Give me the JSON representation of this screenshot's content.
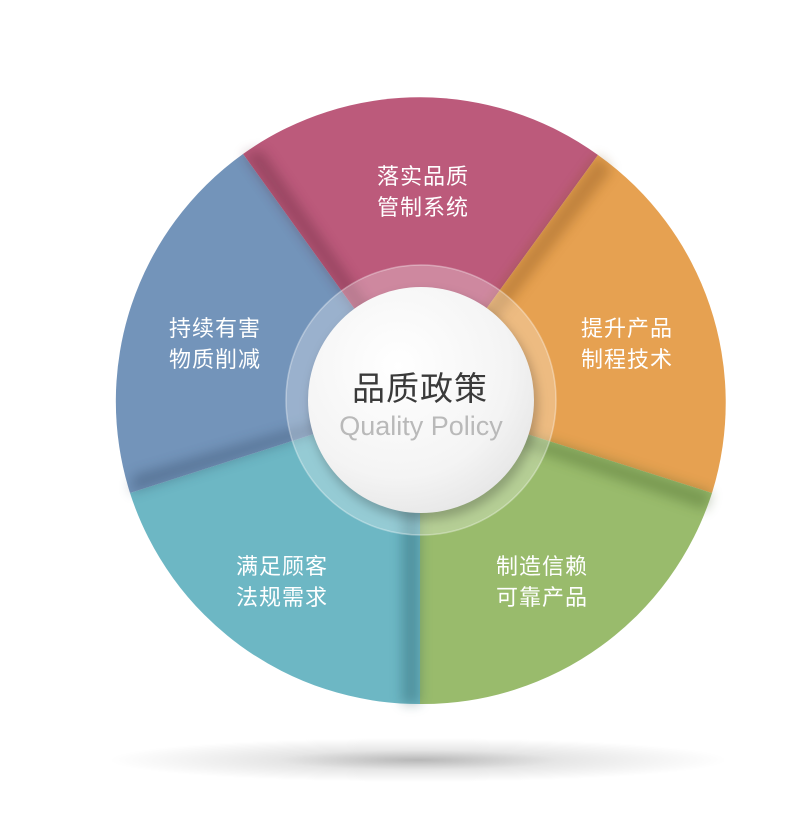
{
  "diagram": {
    "type": "segmented-wheel",
    "center": {
      "title": "品质政策",
      "subtitle": "Quality Policy"
    },
    "segments": [
      {
        "id": "top",
        "line1": "落实品质",
        "line2": "管制系统",
        "color": "#BC5A7B"
      },
      {
        "id": "upper-right",
        "line1": "提升产品",
        "line2": "制程技术",
        "color": "#E6A151"
      },
      {
        "id": "lower-right",
        "line1": "制造信赖",
        "line2": "可靠产品",
        "color": "#99BB6C"
      },
      {
        "id": "lower-left",
        "line1": "满足顾客",
        "line2": "法规需求",
        "color": "#6DB7C4"
      },
      {
        "id": "upper-left",
        "line1": "持续有害",
        "line2": "物质削减",
        "color": "#7394BA"
      }
    ]
  }
}
